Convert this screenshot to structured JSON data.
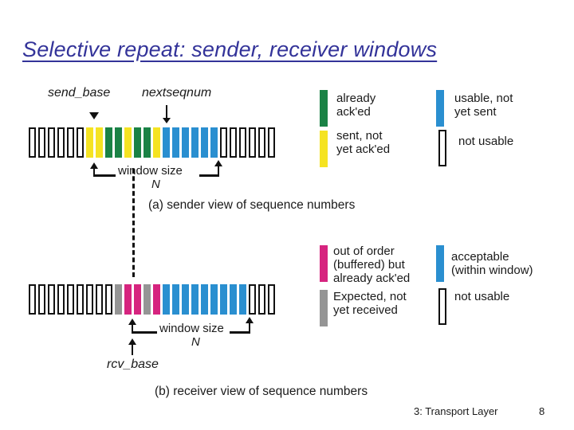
{
  "slide": {
    "title": "Selective repeat: sender, receiver windows",
    "title_color": "#333399"
  },
  "colors": {
    "acked_green": "#1a8245",
    "sent_yellow": "#f5e322",
    "usable_blue": "#2a8fd0",
    "outline_black": "#111111",
    "buffered_magenta": "#d6247f",
    "expected_gray": "#959595",
    "white": "#ffffff"
  },
  "sender": {
    "pointer_send_base": "send_base",
    "pointer_nextseqnum": "nextseqnum",
    "window_label": "window size",
    "window_label_n": "N",
    "caption": "(a) sender view of sequence numbers",
    "cells": [
      {
        "i": 0,
        "state": "not-usable"
      },
      {
        "i": 1,
        "state": "not-usable"
      },
      {
        "i": 2,
        "state": "not-usable"
      },
      {
        "i": 3,
        "state": "not-usable"
      },
      {
        "i": 4,
        "state": "not-usable"
      },
      {
        "i": 5,
        "state": "not-usable"
      },
      {
        "i": 6,
        "state": "sent-not-acked"
      },
      {
        "i": 7,
        "state": "sent-not-acked"
      },
      {
        "i": 8,
        "state": "already-acked"
      },
      {
        "i": 9,
        "state": "already-acked"
      },
      {
        "i": 10,
        "state": "sent-not-acked"
      },
      {
        "i": 11,
        "state": "already-acked"
      },
      {
        "i": 12,
        "state": "already-acked"
      },
      {
        "i": 13,
        "state": "sent-not-acked"
      },
      {
        "i": 14,
        "state": "usable-not-sent"
      },
      {
        "i": 15,
        "state": "usable-not-sent"
      },
      {
        "i": 16,
        "state": "usable-not-sent"
      },
      {
        "i": 17,
        "state": "usable-not-sent"
      },
      {
        "i": 18,
        "state": "usable-not-sent"
      },
      {
        "i": 19,
        "state": "usable-not-sent"
      },
      {
        "i": 20,
        "state": "not-usable"
      },
      {
        "i": 21,
        "state": "not-usable"
      },
      {
        "i": 22,
        "state": "not-usable"
      },
      {
        "i": 23,
        "state": "not-usable"
      },
      {
        "i": 24,
        "state": "not-usable"
      },
      {
        "i": 25,
        "state": "not-usable"
      }
    ],
    "legend": [
      {
        "key": "already-acked",
        "swatch": "already-acked",
        "text": "already\nack'ed"
      },
      {
        "key": "sent-not-acked",
        "swatch": "sent-not-acked",
        "text": "sent, not\nyet ack'ed"
      },
      {
        "key": "usable-not-sent",
        "swatch": "usable-not-sent",
        "text": "usable, not\nyet sent"
      },
      {
        "key": "not-usable",
        "swatch": "not-usable",
        "text": "not usable"
      }
    ]
  },
  "receiver": {
    "pointer_rcv_base": "rcv_base",
    "window_label": "window size",
    "window_label_n": "N",
    "caption": "(b) receiver view of sequence numbers",
    "cells": [
      {
        "i": 0,
        "state": "not-usable"
      },
      {
        "i": 1,
        "state": "not-usable"
      },
      {
        "i": 2,
        "state": "not-usable"
      },
      {
        "i": 3,
        "state": "not-usable"
      },
      {
        "i": 4,
        "state": "not-usable"
      },
      {
        "i": 5,
        "state": "not-usable"
      },
      {
        "i": 6,
        "state": "not-usable"
      },
      {
        "i": 7,
        "state": "not-usable"
      },
      {
        "i": 8,
        "state": "not-usable"
      },
      {
        "i": 9,
        "state": "expected-not-received"
      },
      {
        "i": 10,
        "state": "out-of-order-buffered"
      },
      {
        "i": 11,
        "state": "out-of-order-buffered"
      },
      {
        "i": 12,
        "state": "expected-not-received"
      },
      {
        "i": 13,
        "state": "out-of-order-buffered"
      },
      {
        "i": 14,
        "state": "acceptable"
      },
      {
        "i": 15,
        "state": "acceptable"
      },
      {
        "i": 16,
        "state": "acceptable"
      },
      {
        "i": 17,
        "state": "acceptable"
      },
      {
        "i": 18,
        "state": "acceptable"
      },
      {
        "i": 19,
        "state": "acceptable"
      },
      {
        "i": 20,
        "state": "acceptable"
      },
      {
        "i": 21,
        "state": "acceptable"
      },
      {
        "i": 22,
        "state": "acceptable"
      },
      {
        "i": 23,
        "state": "not-usable"
      },
      {
        "i": 24,
        "state": "not-usable"
      },
      {
        "i": 25,
        "state": "not-usable"
      }
    ],
    "legend": [
      {
        "key": "out-of-order-buffered",
        "swatch": "out-of-order-buffered",
        "text": "out of order\n(buffered) but\nalready ack'ed"
      },
      {
        "key": "expected-not-received",
        "swatch": "expected-not-received",
        "text": "Expected, not\nyet received"
      },
      {
        "key": "acceptable",
        "swatch": "acceptable",
        "text": "acceptable\n(within window)"
      },
      {
        "key": "not-usable",
        "swatch": "not-usable",
        "text": "not usable"
      }
    ]
  },
  "footer": {
    "layer": "3: Transport Layer",
    "page": "8"
  }
}
